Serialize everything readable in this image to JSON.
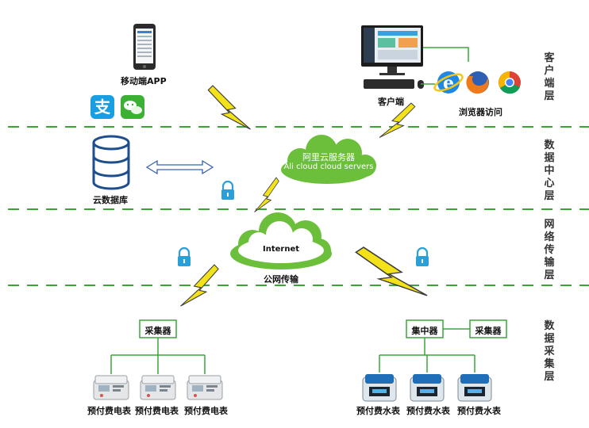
{
  "layers": [
    "客户端层",
    "数据中心层",
    "网络传输层",
    "数据采集层"
  ],
  "labels": {
    "mobile_app": "移动端APP",
    "client": "客户端",
    "browser_access": "浏览器访问",
    "cloud_db": "云数据库",
    "public_network": "公网传输"
  },
  "ali_cloud": {
    "line1": "阿里云服务器",
    "line2": "Ali cloud  cloud servers"
  },
  "internet_cloud": {
    "label": "Internet"
  },
  "left_branch": {
    "collector": "采集器",
    "meters": [
      "预付费电表",
      "预付费电表",
      "预付费电表"
    ]
  },
  "right_branch": {
    "concentrator": "集中器",
    "collector": "采集器",
    "meters": [
      "预付费水表",
      "预付费水表",
      "预付费水表"
    ]
  },
  "colors": {
    "dash": "#3aa63a",
    "cloud": "#6bbf3a",
    "box": "#3aa63a",
    "lightning": "#f3e21a",
    "lock": "#2a9fd8",
    "arrow": "#3a62b0"
  },
  "icons": [
    "phone-icon",
    "alipay-icon",
    "wechat-icon",
    "monitor-icon",
    "ie-icon",
    "firefox-icon",
    "chrome-icon",
    "database-icon",
    "lock-icon",
    "lightning-icon",
    "electric-meter-icon",
    "water-meter-icon"
  ]
}
